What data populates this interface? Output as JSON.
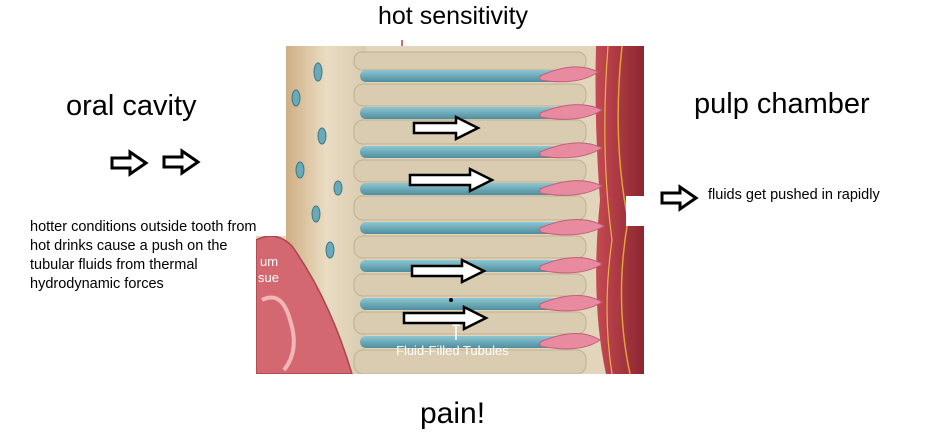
{
  "title_top": "hot sensitivity",
  "title_bottom": "pain!",
  "left": {
    "heading": "oral cavity",
    "description": "hotter conditions outside tooth from hot drinks cause a push on the tubular fluids from thermal hydrodynamic forces"
  },
  "right": {
    "heading": "pulp chamber",
    "note": "fluids get pushed in rapidly"
  },
  "illustration": {
    "tubule_label": "Fluid-Filled Tubules",
    "cut_text": "um sue"
  },
  "colors": {
    "dentin": "#d8ccb0",
    "enamel": "#e6dcc4",
    "tubule_fluid": "#6aaab8",
    "pulp": "#a8343e",
    "nerve_tip": "#e88aa0",
    "gum": "#d46870"
  }
}
